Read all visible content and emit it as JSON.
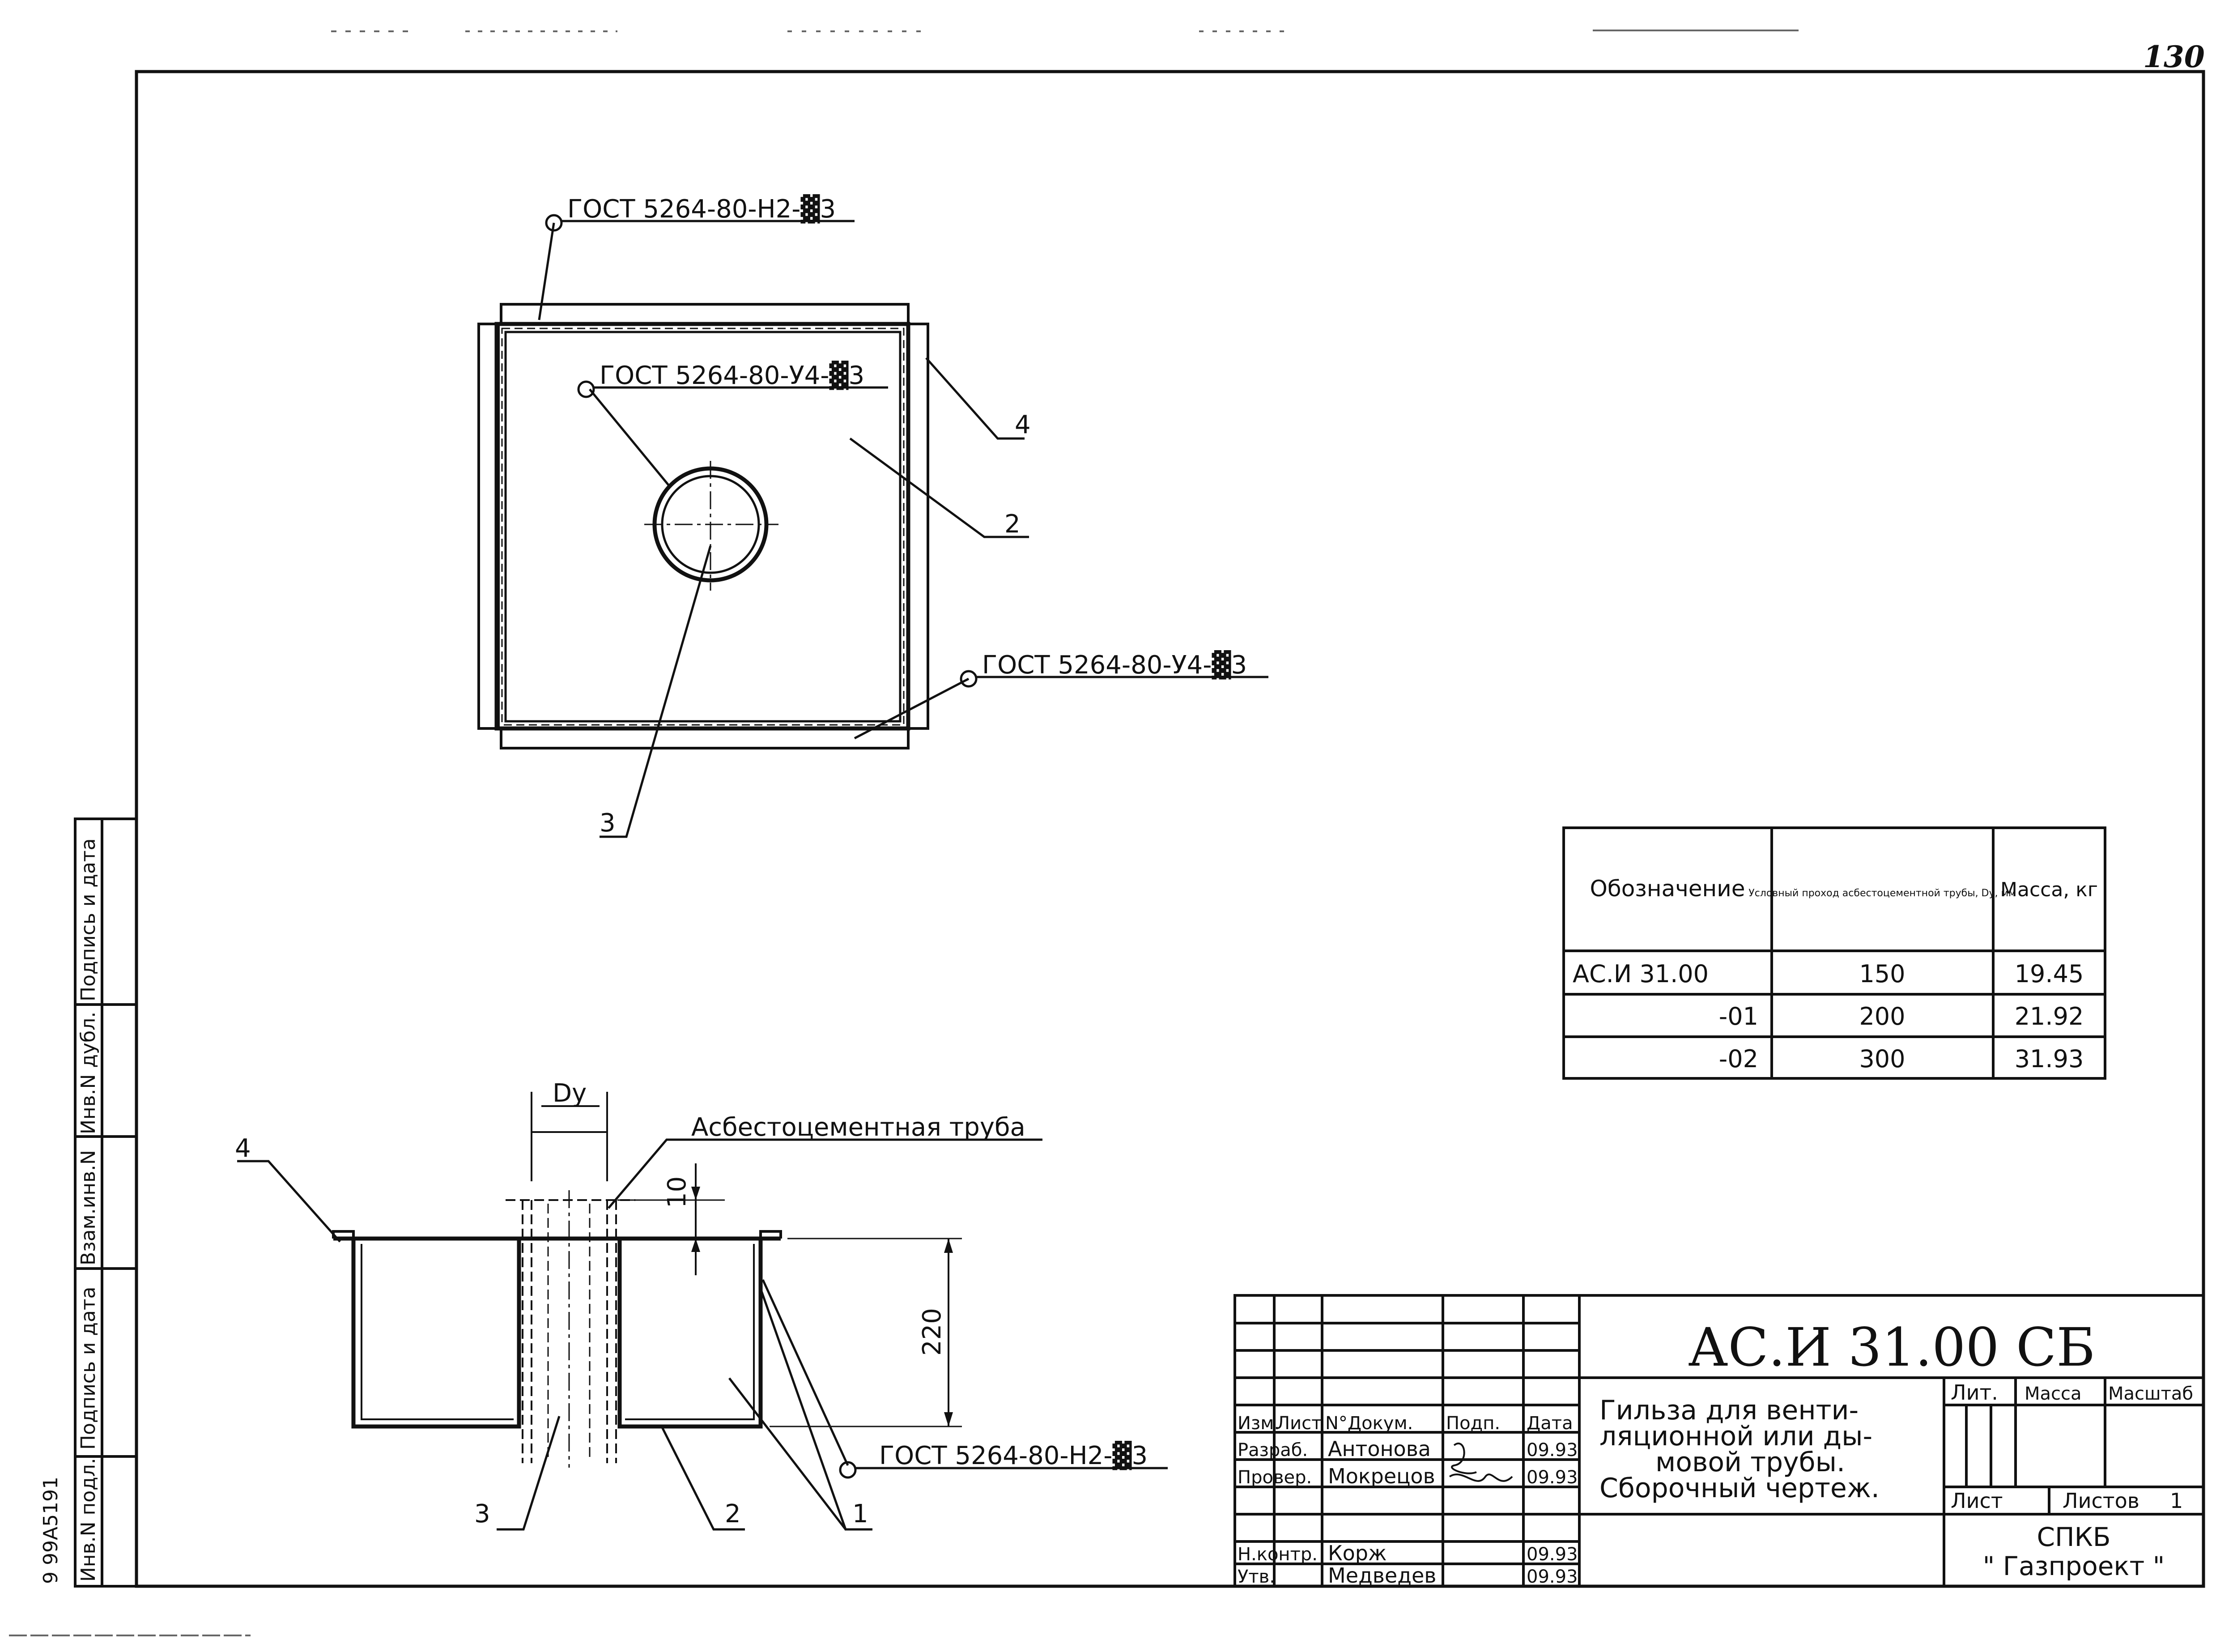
{
  "sheet_number": "130",
  "top_view": {
    "weld_top": "ГОСТ 5264-80-Н2-▓3",
    "weld_center": "ГОСТ 5264-80-У4-▓3",
    "weld_right": "ГОСТ 5264-80-У4-▓3",
    "callouts": [
      "4",
      "2",
      "3"
    ]
  },
  "section_view": {
    "pipe_label": "Асбестоцементная труба",
    "dim_dy": "Dy",
    "dim_10": "10",
    "dim_220": "220",
    "weld": "ГОСТ 5264-80-Н2-▓3",
    "callouts": [
      "4",
      "3",
      "2",
      "1"
    ]
  },
  "spec_table": {
    "headers": [
      "Обозначение",
      "Условный проход асбестоцементной трубы, Dy, мм",
      "Масса, кг"
    ],
    "rows": [
      [
        "АС.И 31.00",
        "150",
        "19.45"
      ],
      [
        "-01",
        "200",
        "21.92"
      ],
      [
        "-02",
        "300",
        "31.93"
      ]
    ]
  },
  "side_stamp": [
    "Инв.N подл.",
    "Подпись и дата",
    "Взам.инв.N",
    "Инв.N дубл.",
    "Подпись и дата"
  ],
  "side_number": "9 99A5191",
  "title_block": {
    "code": "АС.И 31.00 СБ",
    "description": [
      "Гильза для венти-",
      "ляционной или ды-",
      "мовой трубы.",
      "Сборочный чертеж."
    ],
    "headers": [
      "Изм.",
      "Лист",
      "N°Докум.",
      "Подп.",
      "Дата"
    ],
    "people": [
      {
        "role": "Разраб.",
        "name": "Антонова",
        "date": "09.93"
      },
      {
        "role": "Провер.",
        "name": "Мокрецов",
        "date": "09.93"
      },
      {
        "role": "Н.контр.",
        "name": "Корж",
        "date": "09.93"
      },
      {
        "role": "Утв.",
        "name": "Медведев",
        "date": "09.93"
      }
    ],
    "lit": "Лит.",
    "massa": "Масса",
    "masshtab": "Масштаб",
    "list": "Лист",
    "listov": "Листов",
    "listov_value": "1",
    "org": [
      "СПКБ",
      "\" Газпроект \""
    ]
  }
}
